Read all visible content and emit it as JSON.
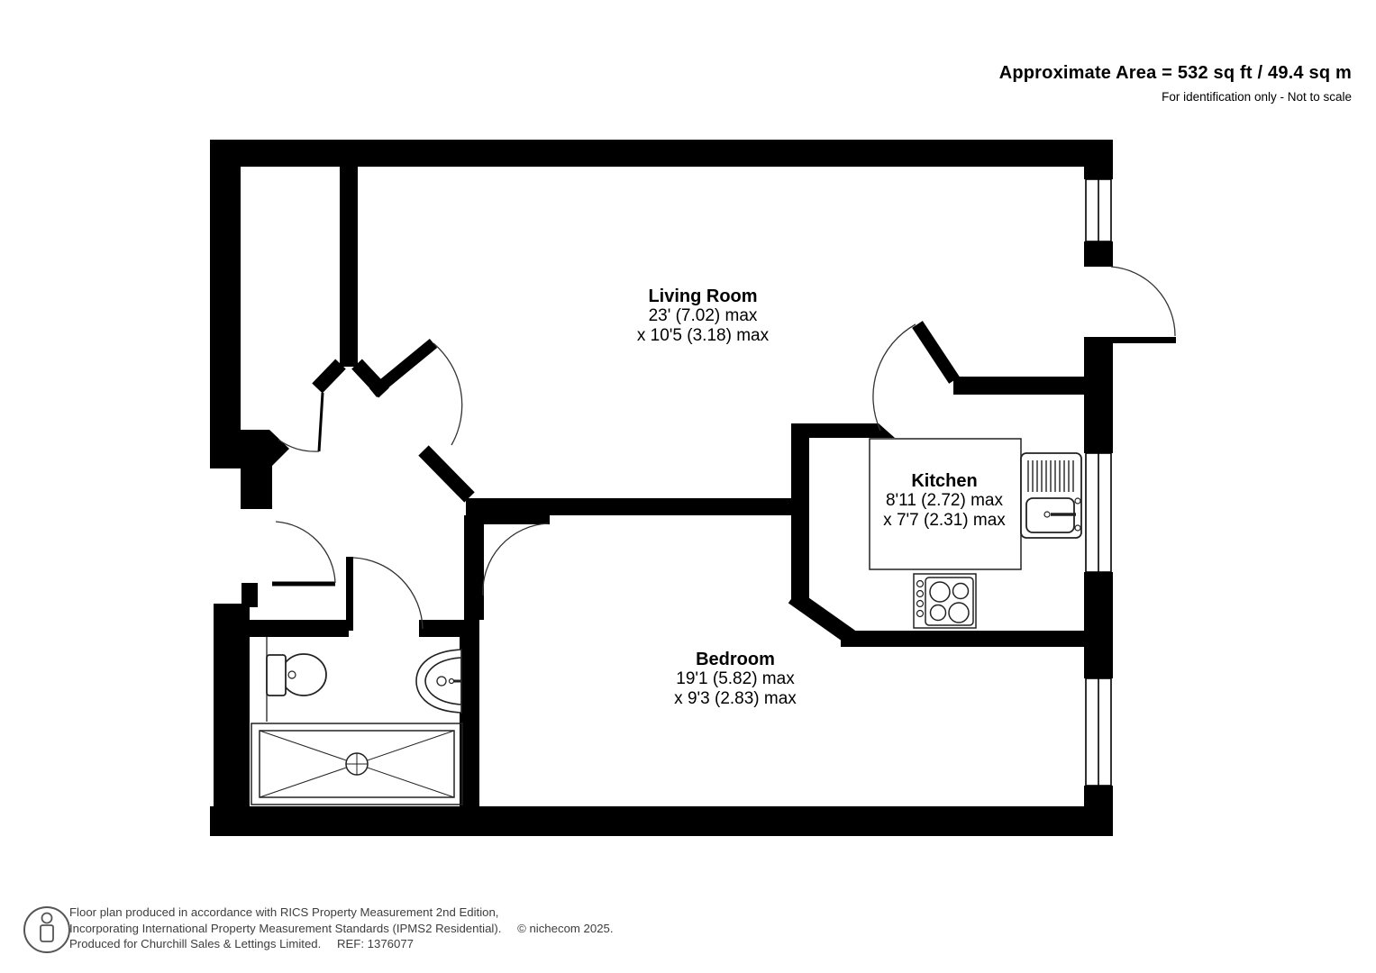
{
  "header": {
    "area": "Approximate Area = 532 sq ft / 49.4 sq m",
    "note": "For identification only - Not to scale"
  },
  "rooms": {
    "living_room": {
      "name": "Living Room",
      "dim1": "23' (7.02) max",
      "dim2": "x 10'5 (3.18) max"
    },
    "kitchen": {
      "name": "Kitchen",
      "dim1": "8'11 (2.72) max",
      "dim2": "x 7'7 (2.31) max"
    },
    "bedroom": {
      "name": "Bedroom",
      "dim1": "19'1 (5.82) max",
      "dim2": "x 9'3 (2.83) max"
    }
  },
  "fixtures": [
    "toilet",
    "bathroom-sink",
    "shower-tray",
    "kitchen-sink",
    "hob",
    "kitchen-counter"
  ],
  "windows_count": 3,
  "footer": {
    "line1": "Floor plan produced in accordance with RICS Property Measurement 2nd Edition,",
    "line2": "Incorporating International Property Measurement Standards (IPMS2 Residential).",
    "copyright": "© nichecom 2025.",
    "line3": "Produced for Churchill Sales & Lettings Limited.",
    "ref": "REF: 1376077"
  },
  "colors": {
    "wall": "#000000",
    "fixture_line": "#222222",
    "arc_line": "#333333",
    "footer_text": "#3d3d3d"
  }
}
